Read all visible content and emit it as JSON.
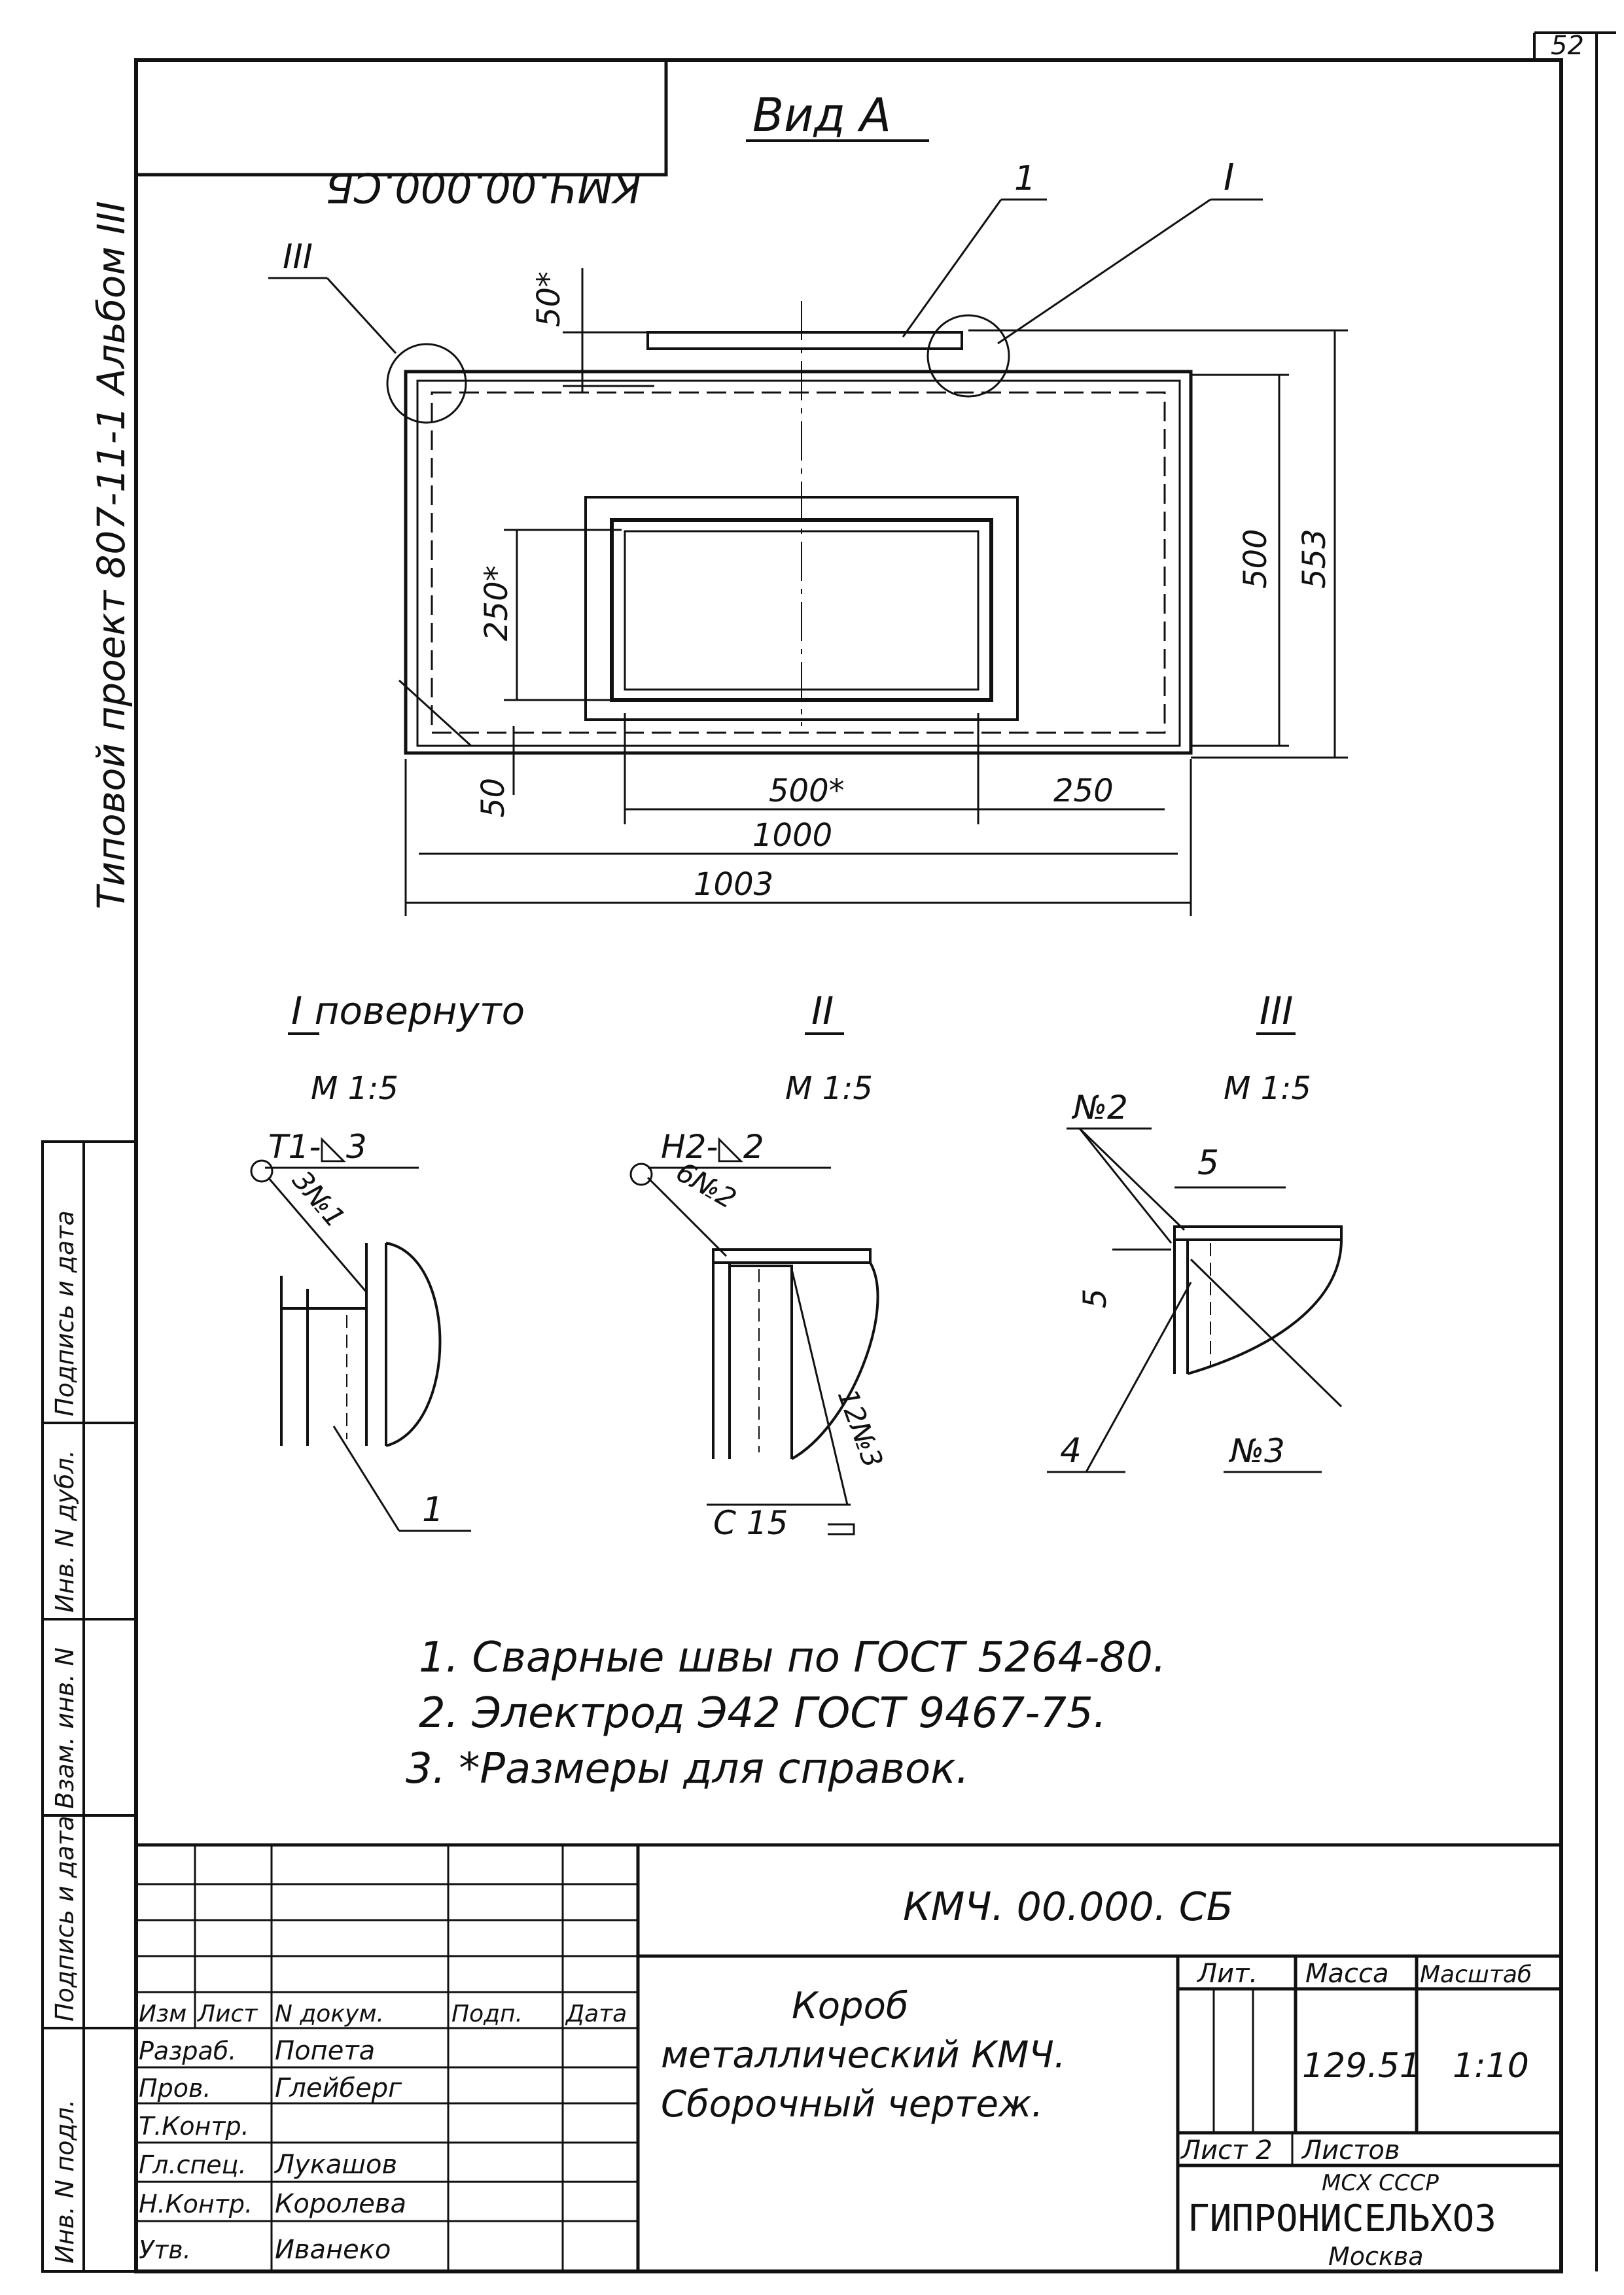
{
  "sheet": {
    "page_number": "52",
    "side_label_top": "Типовой проект 807-11-1  Альбом III",
    "stamp_code_mirrored": "КМЧ.00.000.СБ"
  },
  "drawing": {
    "view_title": "Вид А",
    "dimensions": {
      "d50_top": "50*",
      "d250": "250*",
      "d500_v": "500",
      "d553": "553",
      "d50_left": "50",
      "d500_h": "500*",
      "d250_h": "250",
      "d1000": "1000",
      "d1003": "1003"
    },
    "callouts": {
      "ref_1": "1",
      "ref_I": "I",
      "ref_III": "III"
    }
  },
  "details": [
    {
      "title": "I повернуто",
      "scale": "М 1:5",
      "weld": "Т1-◺3",
      "weld2": "3№1",
      "ref": "1"
    },
    {
      "title": "II",
      "scale": "М 1:5",
      "weld": "Н2-◺2",
      "weld2": "6№2",
      "weld3": "12№3",
      "profile": "С 15"
    },
    {
      "title": "III",
      "scale": "М 1:5",
      "weld": "№2",
      "dim_a": "5",
      "dim_b": "5",
      "ref": "4",
      "weld3": "№3"
    }
  ],
  "notes": [
    "1.  Сварные  швы по ГОСТ 5264-80.",
    "2.  Электрод  Э42  ГОСТ  9467-75.",
    "3. *Размеры  для  справок."
  ],
  "title_block": {
    "designation": "КМЧ. 00.000. СБ",
    "name_lines": [
      "Короб",
      "металлический КМЧ.",
      "Сборочный чертеж."
    ],
    "columns": {
      "izm": "Изм",
      "list": "Лист",
      "doc": "N докум.",
      "sign": "Подп.",
      "date": "Дата"
    },
    "roles": [
      {
        "role": "Разраб.",
        "name": "Попета"
      },
      {
        "role": "Пров.",
        "name": "Глейберг"
      },
      {
        "role": "Т.Контр.",
        "name": ""
      },
      {
        "role": "Гл.спец.",
        "name": "Лукашов"
      },
      {
        "role": "Н.Контр.",
        "name": "Королева"
      },
      {
        "role": "Утв.",
        "name": "Иванеко"
      }
    ],
    "lit_label": "Лит.",
    "mass_label": "Масса",
    "scale_label": "Масштаб",
    "mass": "129.51",
    "scale": "1:10",
    "sheet_label": "Лист 2",
    "sheets_label": "Листов",
    "org_top": "МСХ СССР",
    "org": "ГИПРОНИСЕЛЬХОЗ",
    "org_city": "Москва"
  },
  "side_stamp": [
    "Подпись и дата",
    "Инв. N дубл.",
    "Взам. инв. N",
    "Подпись и дата",
    "Инв. N подл."
  ]
}
